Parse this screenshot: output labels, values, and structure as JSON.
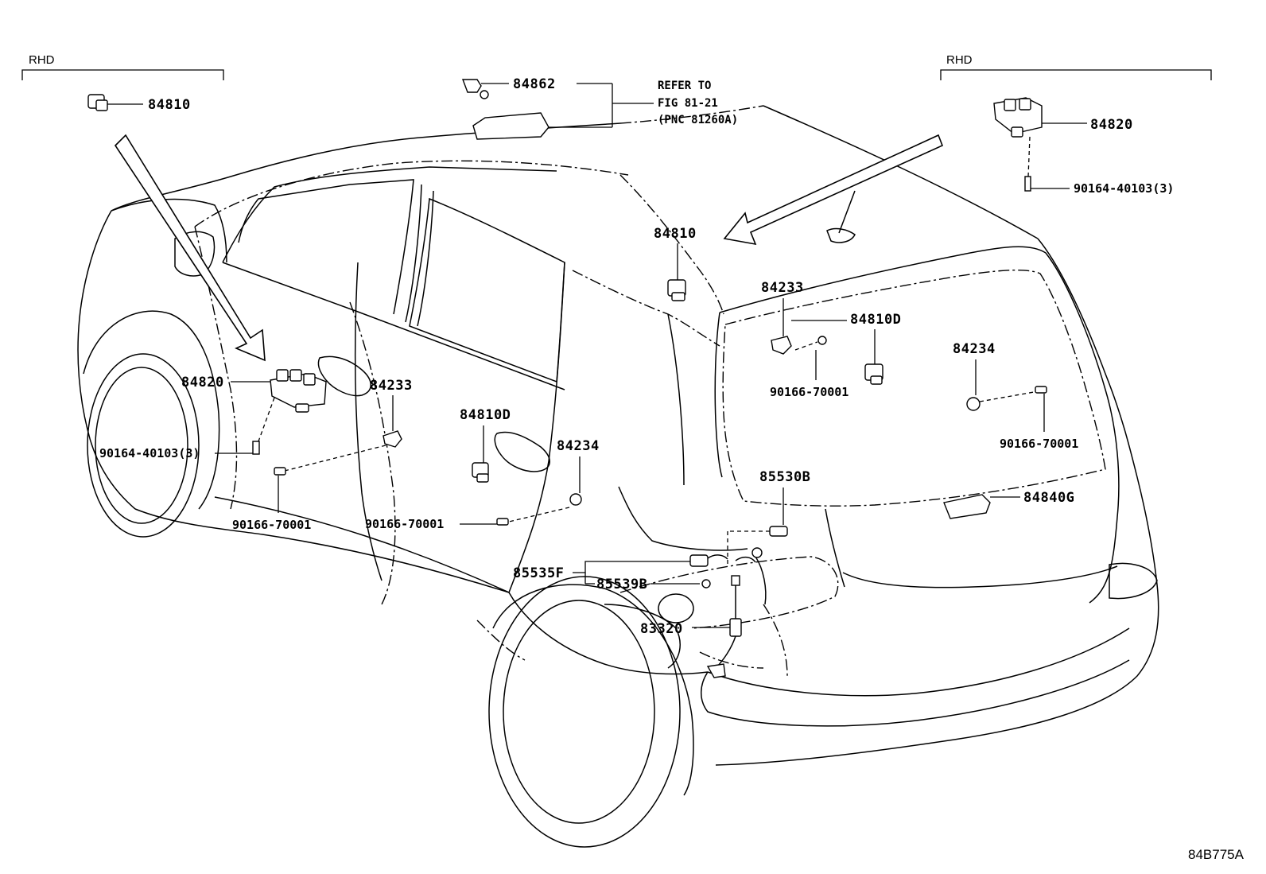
{
  "regions": {
    "left_region_label": "RHD",
    "right_region_label": "RHD"
  },
  "labels": {
    "p84810_top_left": "84810",
    "p84862": "84862",
    "refer_line1": "REFER TO",
    "refer_line2": "FIG 81-21",
    "refer_line3": "(PNC 81260A)",
    "p84820_top_right": "84820",
    "p90164_top_right": "90164-40103(3)",
    "p84810_center": "84810",
    "p84233_right": "84233",
    "p84810D_right": "84810D",
    "p90166_right_mid": "90166-70001",
    "p84234_right": "84234",
    "p90166_far_right": "90166-70001",
    "p84820_left": "84820",
    "p84233_left": "84233",
    "p90164_left": "90164-40103(3)",
    "p90166_left": "90166-70001",
    "p84810D_left": "84810D",
    "p84234_left": "84234",
    "p90166_center": "90166-70001",
    "p85530B": "85530B",
    "p84840G": "84840G",
    "p85535F": "85535F",
    "p85539B": "85539B",
    "p83320": "83320"
  },
  "diagram_code": "84B775A"
}
